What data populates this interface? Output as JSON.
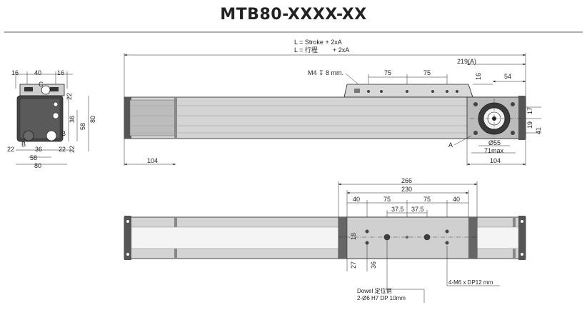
{
  "title": "MTB80-XXXX-XX",
  "length_formula": {
    "en": "L = Stroke + 2xA",
    "zh_label": "L = 行程",
    "zh_rest": "+ 2xA"
  },
  "end_view": {
    "top_dims": [
      "16",
      "40",
      "16"
    ],
    "bottom_dims": [
      "22",
      "36",
      "22"
    ],
    "width_58": "58",
    "width_80": "80",
    "right_dims": [
      "22",
      "36",
      "22"
    ],
    "height_58": "58",
    "height_80": "80",
    "labels": {
      "c": "C",
      "b_left": "B",
      "b_right": "B"
    }
  },
  "side_view": {
    "overall": "219(A)",
    "carriage_spacing": [
      "75",
      "75"
    ],
    "screw_note": "M4 ↧ 8 mm.",
    "dim_16": "16",
    "dim_54": "54",
    "dim_17": "17",
    "dim_19": "19",
    "dim_41": "41",
    "diameter": "Ø55",
    "motor_max": "71max",
    "left_end": "104",
    "right_end": "104",
    "label_a": "A"
  },
  "top_view": {
    "dim_266": "266",
    "dim_230": "230",
    "spacing": [
      "40",
      "75",
      "75",
      "40"
    ],
    "spacing_37": [
      "37.5",
      "37.5"
    ],
    "dim_18": "18",
    "dim_27": "27",
    "dim_36": "36",
    "dowel_en": "Dowel 定位销",
    "dowel_spec": "2-Ø6 H7 DP 10mm",
    "thread_spec": "4-M6 x DP12 mm"
  },
  "colors": {
    "line": "#222222",
    "body_fill": "#d4d4d4",
    "body_dark": "#a8a8a8",
    "end_cap": "#555555",
    "motor_dark": "#2a2a2a"
  }
}
